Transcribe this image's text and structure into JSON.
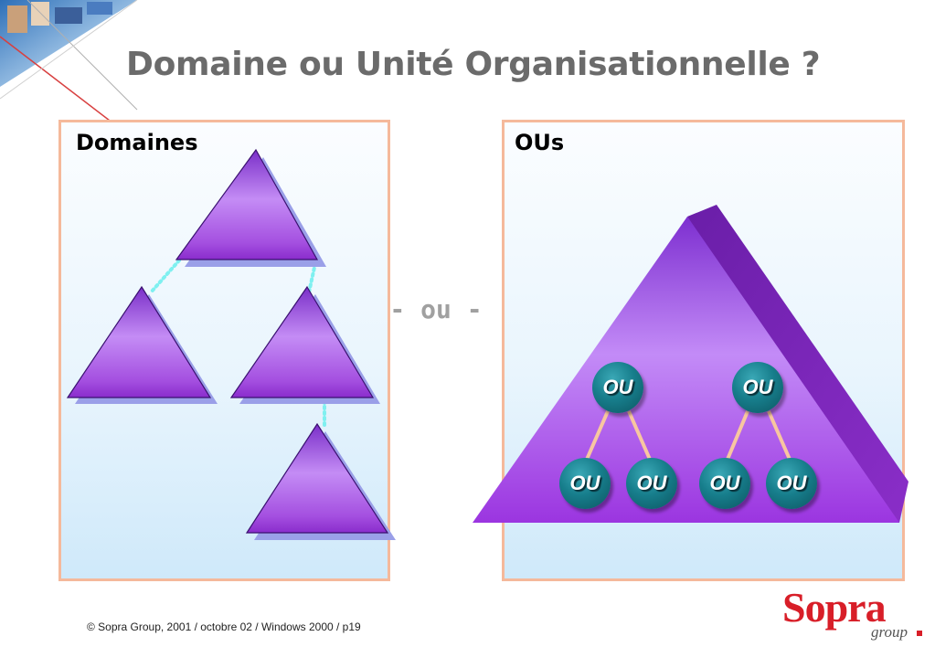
{
  "title": "Domaine ou Unité Organisationnelle ?",
  "left_panel": {
    "label": "Domaines"
  },
  "right_panel": {
    "label": "OUs",
    "ou_nodes": [
      {
        "label": "OU"
      },
      {
        "label": "OU"
      },
      {
        "label": "OU"
      },
      {
        "label": "OU"
      },
      {
        "label": "OU"
      },
      {
        "label": "OU"
      }
    ]
  },
  "separator": "- ou -",
  "footer": "© Sopra Group, 2001 / octobre 02 / Windows 2000 / p19",
  "logo": {
    "name": "Sopra",
    "sub": "group"
  },
  "colors": {
    "title": "#6b6b6b",
    "panel_border": "#f5b99b",
    "triangle_purple": "#a040d8",
    "ou_teal": "#177e8c",
    "dotted_link": "#7ff0f0",
    "logo_red": "#d81e28"
  }
}
